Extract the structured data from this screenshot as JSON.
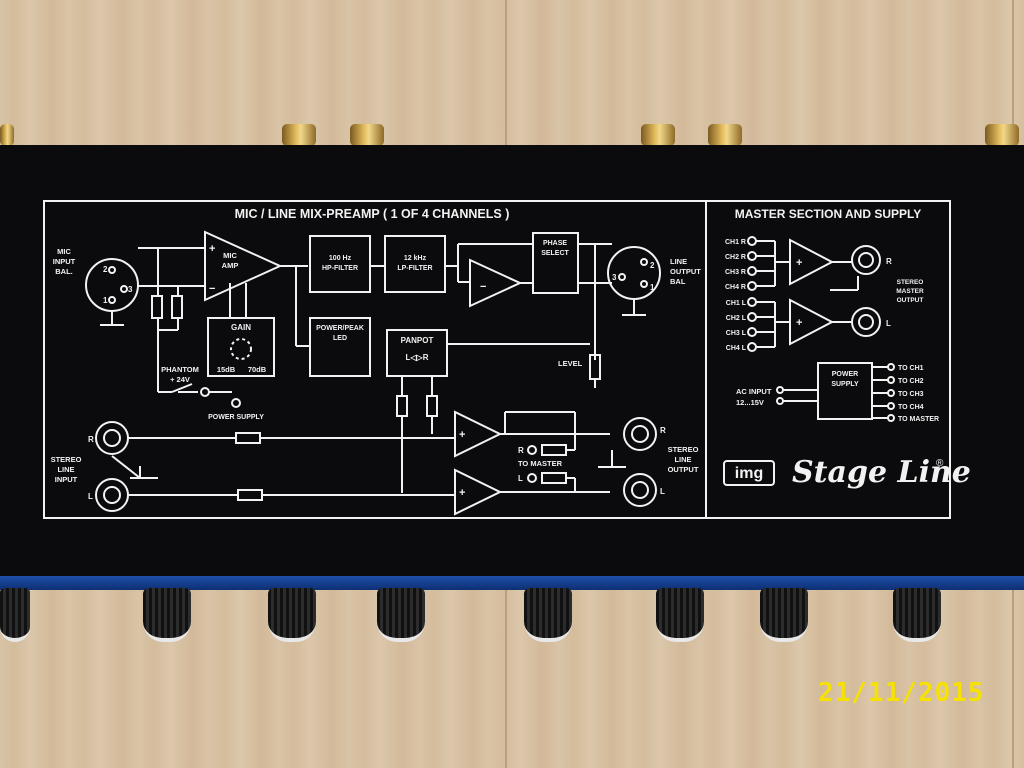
{
  "panel": {
    "mix_title": "MIC / LINE MIX-PREAMP ( 1 OF 4 CHANNELS )",
    "master_title": "MASTER SECTION AND SUPPLY",
    "mic_input": [
      "MIC",
      "INPUT",
      "BAL."
    ],
    "mic_amp": [
      "MIC",
      "AMP"
    ],
    "hp_filter": [
      "100 Hz",
      "HP-FILTER"
    ],
    "lp_filter": [
      "12 kHz",
      "LP-FILTER"
    ],
    "phase_select": [
      "PHASE",
      "SELECT"
    ],
    "line_output": [
      "LINE",
      "OUTPUT",
      "BAL"
    ],
    "gain": "GAIN",
    "gain_min": "15dB",
    "gain_max": "70dB",
    "power_peak": [
      "POWER/PEAK",
      "LED"
    ],
    "panpot": "PANPOT",
    "panpot_arrows": "L◁▷R",
    "level": "LEVEL",
    "phantom": [
      "PHANTOM",
      "+ 24V"
    ],
    "power_supply": "POWER SUPPLY",
    "stereo_line_input": [
      "STEREO",
      "LINE",
      "INPUT"
    ],
    "stereo_line_output": [
      "STEREO",
      "LINE",
      "OUTPUT"
    ],
    "to_master": "TO MASTER",
    "r": "R",
    "l": "L",
    "pin1": "1",
    "pin2": "2",
    "pin3": "3",
    "master_inputs_r": [
      "CH1 R",
      "CH2 R",
      "CH3 R",
      "CH4 R"
    ],
    "master_inputs_l": [
      "CH1 L",
      "CH2 L",
      "CH3 L",
      "CH4 L"
    ],
    "stereo_master_output": [
      "STEREO",
      "MASTER",
      "OUTPUT"
    ],
    "power_supply_box": [
      "POWER",
      "SUPPLY"
    ],
    "ac_input": [
      "AC INPUT",
      "12...15V"
    ],
    "supply_outputs": [
      "TO CH1",
      "TO CH2",
      "TO CH3",
      "TO CH4",
      "TO MASTER"
    ],
    "brand_logo": "img",
    "brand_name": "Stage Line",
    "brand_mark": "®",
    "plus": "+",
    "minus": "−"
  },
  "date_stamp": "21/11/2015",
  "colors": {
    "chassis": "#0b0b0d",
    "print": "#f2f2f2",
    "blue_strip": "#1f4fa8",
    "date_stamp": "#f6e100"
  }
}
